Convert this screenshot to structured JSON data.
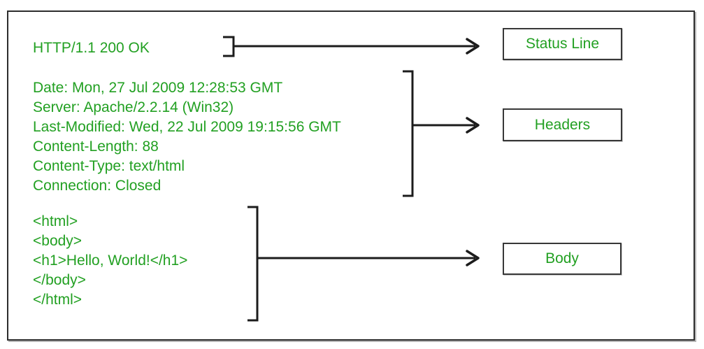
{
  "colors": {
    "text_green": "#22a022",
    "line_black": "#1c1c1c",
    "box_border": "#383838",
    "background": "#ffffff"
  },
  "response": {
    "status_line": "HTTP/1.1 200 OK",
    "headers": [
      "Date: Mon, 27 Jul 2009 12:28:53 GMT",
      "Server: Apache/2.2.14 (Win32)",
      "Last-Modified: Wed, 22 Jul 2009 19:15:56 GMT",
      "Content-Length: 88",
      "Content-Type: text/html",
      "Connection: Closed"
    ],
    "body": [
      "<html>",
      "<body>",
      "<h1>Hello, World!</h1>",
      "</body>",
      "</html>"
    ]
  },
  "labels": {
    "status_line": "Status Line",
    "headers": "Headers",
    "body": "Body"
  }
}
